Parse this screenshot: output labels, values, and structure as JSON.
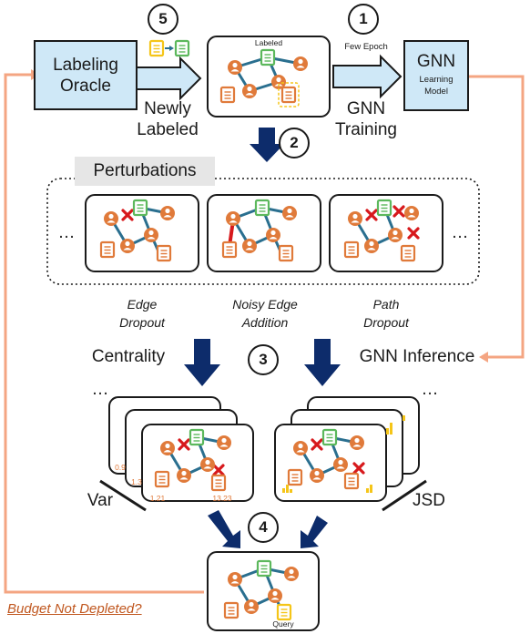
{
  "steps": [
    "1",
    "2",
    "3",
    "4",
    "5"
  ],
  "labeling_oracle": {
    "line1": "Labeling",
    "line2": "Oracle"
  },
  "gnn_box": {
    "title": "GNN",
    "line1": "Learning",
    "line2": "Model"
  },
  "few_epoch": "Few Epoch",
  "gnn_training": {
    "line1": "GNN",
    "line2": "Training"
  },
  "newly_labeled": {
    "line1": "Newly",
    "line2": "Labeled"
  },
  "labeled_tag": "Labeled",
  "perturbations": {
    "title": "Perturbations",
    "ellipsis": "…",
    "edge_dropout": {
      "line1": "Edge",
      "line2": "Dropout"
    },
    "noisy_edge": {
      "line1": "Noisy Edge",
      "line2": "Addition"
    },
    "path_dropout": {
      "line1": "Path",
      "line2": "Dropout"
    }
  },
  "centrality": "Centrality",
  "gnn_inference": "GNN Inference",
  "var_label": "Var",
  "jsd_label": "JSD",
  "stack_values": {
    "v1": "1.21",
    "v2": "13.23",
    "v3": "0.9",
    "v4": "1.3"
  },
  "query_tag": "Query",
  "budget": "Budget Not Depleted?",
  "colors": {
    "arrow_navy": "#0d2c6b",
    "salmon": "#f4a582",
    "light_blue": "#cfe8f7",
    "node_orange": "#e07a3a",
    "node_green": "#5cb85c",
    "node_yellow": "#f5c518",
    "edge_teal": "#2a6f8f",
    "red_x": "#d7191c"
  }
}
